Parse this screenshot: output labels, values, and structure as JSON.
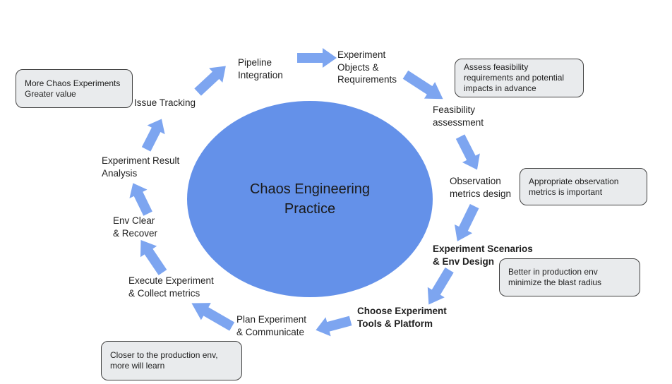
{
  "title": {
    "label": "Chaos Engineering\nPractice"
  },
  "stages": [
    {
      "name": "issue-tracking",
      "label": "Issue Tracking"
    },
    {
      "name": "pipeline-integration",
      "label": "Pipeline\nIntegration"
    },
    {
      "name": "experiment-objects",
      "label": "Experiment\nObjects &\nRequirements"
    },
    {
      "name": "feasibility-assessment",
      "label": "Feasibility\nassessment"
    },
    {
      "name": "observation-metrics",
      "label": "Observation\nmetrics design"
    },
    {
      "name": "experiment-scenarios",
      "label": "Experiment Scenarios\n& Env Design"
    },
    {
      "name": "choose-experiment-tools",
      "label": "Choose Experiment\nTools & Platform"
    },
    {
      "name": "plan-experiment",
      "label": "Plan Experiment\n& Communicate"
    },
    {
      "name": "execute-experiment",
      "label": "Execute Experiment\n& Collect metrics"
    },
    {
      "name": "env-clear-recover",
      "label": "Env Clear\n& Recover"
    },
    {
      "name": "experiment-result",
      "label": "Experiment Result\nAnalysis"
    }
  ],
  "callouts": [
    {
      "name": "more-chaos-experiments",
      "label": "More Chaos Experiments\nGreater value"
    },
    {
      "name": "assess-feasibility",
      "label": "Assess feasibility\nrequirements and potential\nimpacts in advance"
    },
    {
      "name": "appropriate-observation",
      "label": "Appropriate observation\nmetrics is important"
    },
    {
      "name": "better-in-production",
      "label": "Better in production env\nminimize the blast radius"
    },
    {
      "name": "closer-to-production",
      "label": "Closer to the production env,\nmore will learn"
    }
  ],
  "colors": {
    "ellipse": "#6491e9",
    "arrow": "#7da5f0",
    "callout_bg": "#e9ebed",
    "callout_border": "#404040",
    "text": "#1f1f1f"
  }
}
